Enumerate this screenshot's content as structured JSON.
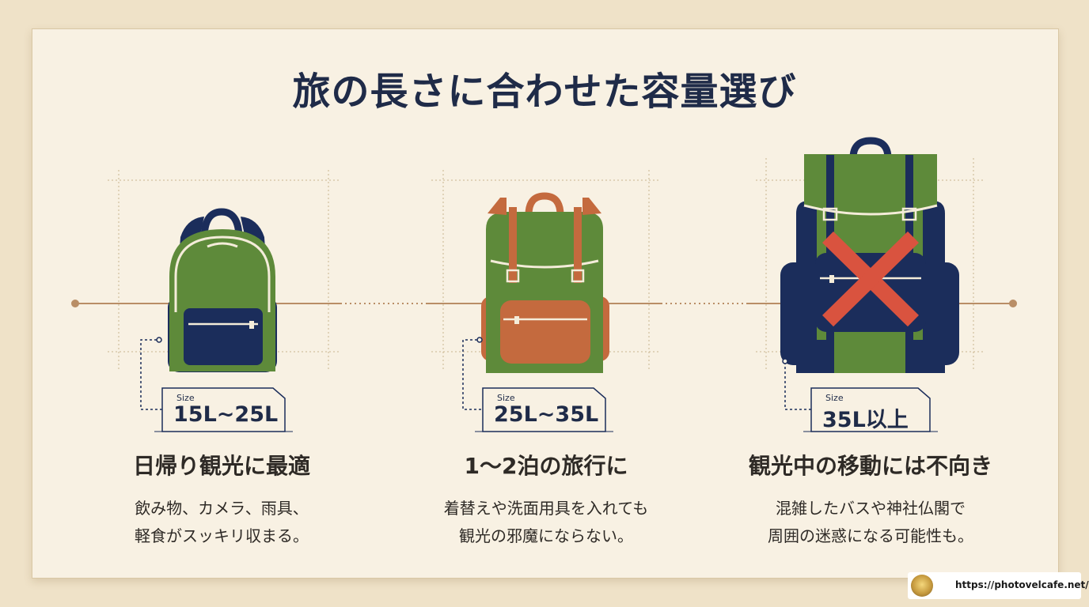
{
  "title": "旅の長さに合わせた容量選び",
  "columns": [
    {
      "size_label": "Size",
      "size": "15L~25L",
      "heading": "日帰り観光に最適",
      "desc_line1": "飲み物、カメラ、雨具、",
      "desc_line2": "軽食がスッキリ収まる。"
    },
    {
      "size_label": "Size",
      "size": "25L~35L",
      "heading": "1～2泊の旅行に",
      "desc_line1": "着替えや洗面用具を入れても",
      "desc_line2": "観光の邪魔にならない。"
    },
    {
      "size_label": "Size",
      "size": "35L以上",
      "heading": "観光中の移動には不向き",
      "desc_line1": "混雑したバスや神社仏閣で",
      "desc_line2": "周囲の迷惑になる可能性も。"
    }
  ],
  "credit_url": "https://photovelcafe.net/",
  "colors": {
    "green": "#5e8a3a",
    "navy": "#1b2d5b",
    "brown": "#c46a3e",
    "red_cross": "#d9533f",
    "title": "#1f2b48"
  },
  "icons": [
    "small-backpack-icon",
    "medium-backpack-icon",
    "large-backpack-icon",
    "cross-mark-icon",
    "site-logo-icon"
  ]
}
